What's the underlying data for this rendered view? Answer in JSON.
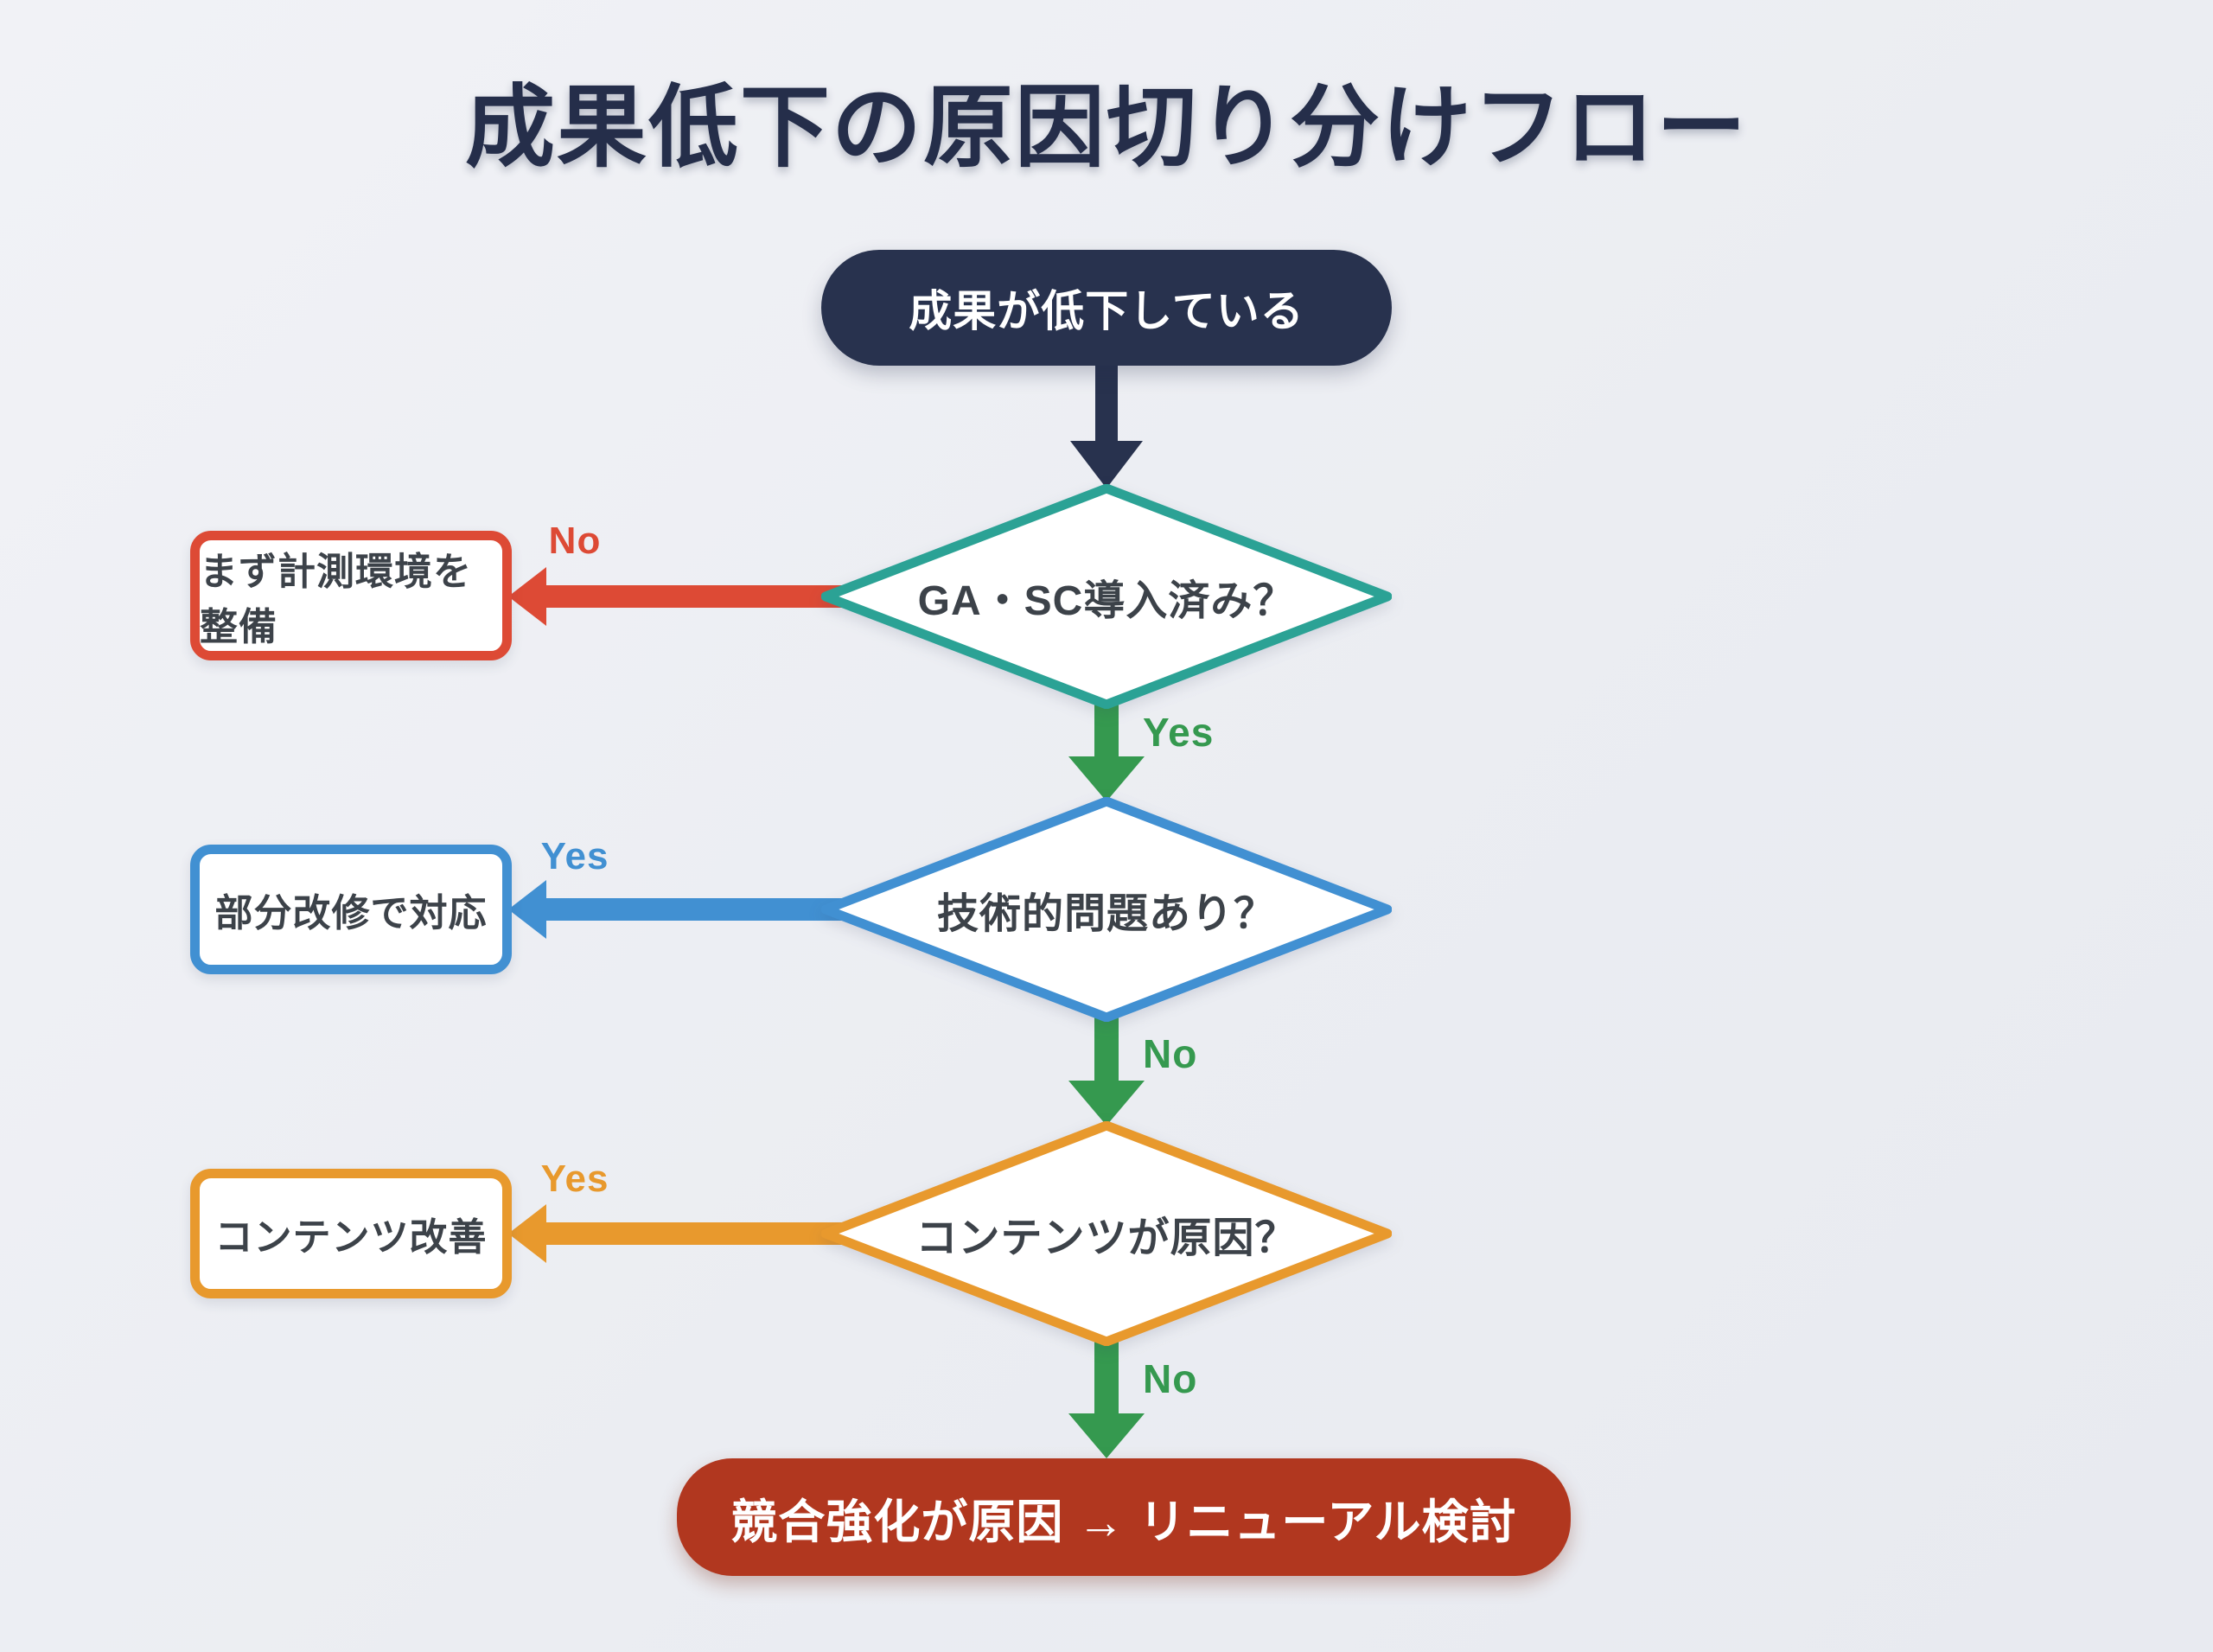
{
  "title": "成果低下の原因切り分けフロー",
  "flow": {
    "start": "成果が低下している",
    "decision1": "GA・SC導入済み？",
    "action1": "まず計測環境を整備",
    "decision2": "技術的問題あり？",
    "action2": "部分改修で対応",
    "decision3": "コンテンツが原因？",
    "action3": "コンテンツ改善",
    "final": "競合強化が原因 → リニューアル検討"
  },
  "branch_labels": {
    "d1_no": "No",
    "d1_yes": "Yes",
    "d2_yes": "Yes",
    "d2_no": "No",
    "d3_yes": "Yes",
    "d3_no": "No"
  },
  "colors": {
    "background": "#ebedf2",
    "navy": "#28324e",
    "teal": "#2ba295",
    "green": "#35994f",
    "blue": "#4190d2",
    "orange": "#e8992d",
    "red": "#dd4a35",
    "dark_red": "#b1371f",
    "text_dark": "#3c4249"
  }
}
